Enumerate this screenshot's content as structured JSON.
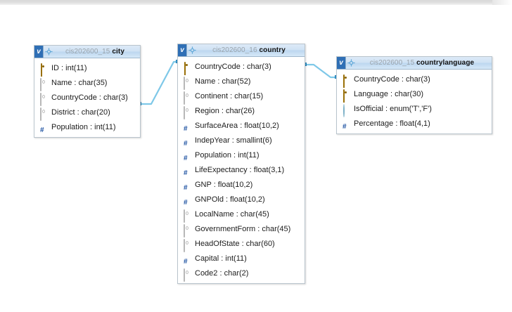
{
  "app": {
    "title": "EER Diagram Canvas",
    "background": "#ffffff",
    "accent": "#7ec8e8"
  },
  "icons": {
    "badge": "v",
    "gear": "gear-icon",
    "primary_key": "key-icon",
    "column": "column-icon",
    "numeric": "#",
    "enum": "enum-icon"
  },
  "tables": [
    {
      "schema": "cis202600_15",
      "name": "city",
      "fields": [
        {
          "icon": "key",
          "label": "ID : int(11)"
        },
        {
          "icon": "circle",
          "label": "Name : char(35)"
        },
        {
          "icon": "circle",
          "label": "CountryCode : char(3)"
        },
        {
          "icon": "circle",
          "label": "District : char(20)"
        },
        {
          "icon": "hash",
          "label": "Population : int(11)"
        }
      ]
    },
    {
      "schema": "cis202600_16",
      "name": "country",
      "fields": [
        {
          "icon": "key",
          "label": "CountryCode : char(3)"
        },
        {
          "icon": "circle",
          "label": "Name : char(52)"
        },
        {
          "icon": "circle",
          "label": "Continent : char(15)"
        },
        {
          "icon": "circle",
          "label": "Region : char(26)"
        },
        {
          "icon": "hash",
          "label": "SurfaceArea : float(10,2)"
        },
        {
          "icon": "hash",
          "label": "IndepYear : smallint(6)"
        },
        {
          "icon": "hash",
          "label": "Population : int(11)"
        },
        {
          "icon": "hash",
          "label": "LifeExpectancy : float(3,1)"
        },
        {
          "icon": "hash",
          "label": "GNP : float(10,2)"
        },
        {
          "icon": "hash",
          "label": "GNPOld : float(10,2)"
        },
        {
          "icon": "circle",
          "label": "LocalName : char(45)"
        },
        {
          "icon": "circle",
          "label": "GovernmentForm : char(45)"
        },
        {
          "icon": "circle",
          "label": "HeadOfState : char(60)"
        },
        {
          "icon": "hash",
          "label": "Capital : int(11)"
        },
        {
          "icon": "circle",
          "label": "Code2 : char(2)"
        }
      ]
    },
    {
      "schema": "cis202600_15",
      "name": "countrylanguage",
      "fields": [
        {
          "icon": "key",
          "label": "CountryCode : char(3)"
        },
        {
          "icon": "key",
          "label": "Language : char(30)"
        },
        {
          "icon": "diamond",
          "label": "IsOfficial : enum('T','F')"
        },
        {
          "icon": "hash",
          "label": "Percentage : float(4,1)"
        }
      ]
    }
  ],
  "relationships": [
    {
      "from": "city.CountryCode",
      "to": "country.CountryCode"
    },
    {
      "from": "country.CountryCode",
      "to": "countrylanguage.CountryCode"
    }
  ]
}
